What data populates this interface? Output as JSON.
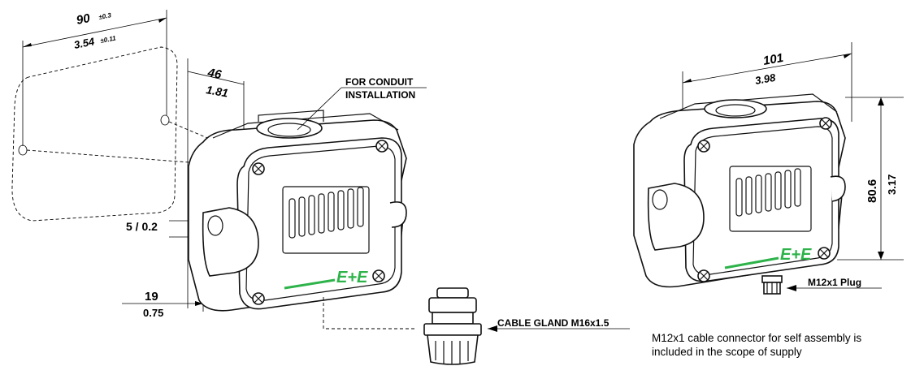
{
  "dimensions": {
    "width_mm": "90",
    "width_mm_tol": "±0.3",
    "width_in": "3.54",
    "width_in_tol": "±0.11",
    "depth_mm": "46",
    "depth_in": "1.81",
    "hole_label": "5 / 0.2",
    "flange_mm": "19",
    "flange_in": "0.75",
    "length_mm": "101",
    "length_in": "3.98",
    "height_mm": "80.6",
    "height_in": "3.17"
  },
  "callouts": {
    "conduit_line1": "FOR CONDUIT",
    "conduit_line2": "INSTALLATION",
    "cable_gland": "CABLE GLAND M16x1.5",
    "plug": "M12x1 Plug"
  },
  "note": {
    "line1": "M12x1 cable connector for self assembly is",
    "line2": "included in the scope of supply"
  },
  "logo_text": "E+E",
  "colors": {
    "logo_green": "#2db34a",
    "line": "#000000"
  }
}
